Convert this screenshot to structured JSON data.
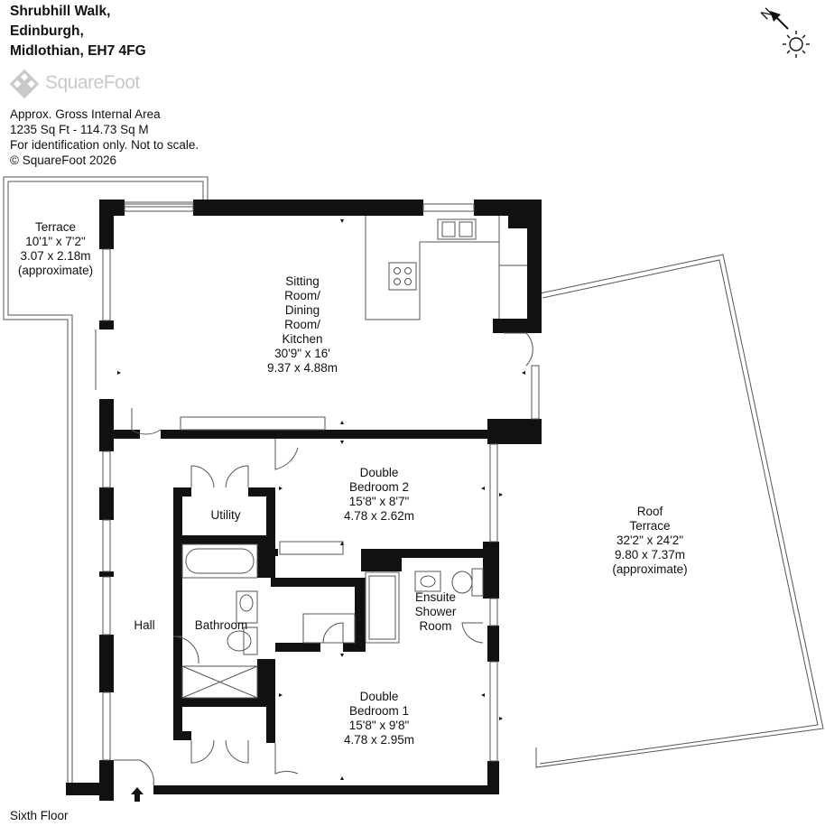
{
  "address": {
    "line1": "Shrubhill Walk,",
    "line2": "Edinburgh,",
    "line3": "Midlothian, EH7 4FG"
  },
  "brand": {
    "name": "SquareFoot"
  },
  "info": {
    "line1": "Approx. Gross Internal Area",
    "line2": "1235 Sq Ft  -  114.73 Sq M",
    "line3": "For identification only. Not to scale.",
    "line4": "© SquareFoot 2026"
  },
  "compass": {
    "letter": "N",
    "icon": "sun-icon"
  },
  "floor_label": "Sixth Floor",
  "rooms": {
    "terrace": {
      "l1": "Terrace",
      "l2": "10'1\" x 7'2\"",
      "l3": "3.07 x 2.18m",
      "l4": "(approximate)"
    },
    "sitting": {
      "l1": "Sitting",
      "l2": "Room/",
      "l3": "Dining",
      "l4": "Room/",
      "l5": "Kitchen",
      "l6": "30'9\" x 16'",
      "l7": "9.37 x 4.88m"
    },
    "roof": {
      "l1": "Roof",
      "l2": "Terrace",
      "l3": "32'2\" x 24'2\"",
      "l4": "9.80 x 7.37m",
      "l5": "(approximate)"
    },
    "bed2": {
      "l1": "Double",
      "l2": "Bedroom 2",
      "l3": "15'8\" x 8'7\"",
      "l4": "4.78 x 2.62m"
    },
    "utility": {
      "l1": "Utility"
    },
    "hall": {
      "l1": "Hall"
    },
    "bathroom": {
      "l1": "Bathroom"
    },
    "ensuite": {
      "l1": "Ensuite",
      "l2": "Shower",
      "l3": "Room"
    },
    "bed1": {
      "l1": "Double",
      "l2": "Bedroom 1",
      "l3": "15'8\" x 9'8\"",
      "l4": "4.78 x 2.95m"
    }
  },
  "colors": {
    "wall": "#111111",
    "line": "#555555",
    "logo": "#c9c9c9"
  }
}
